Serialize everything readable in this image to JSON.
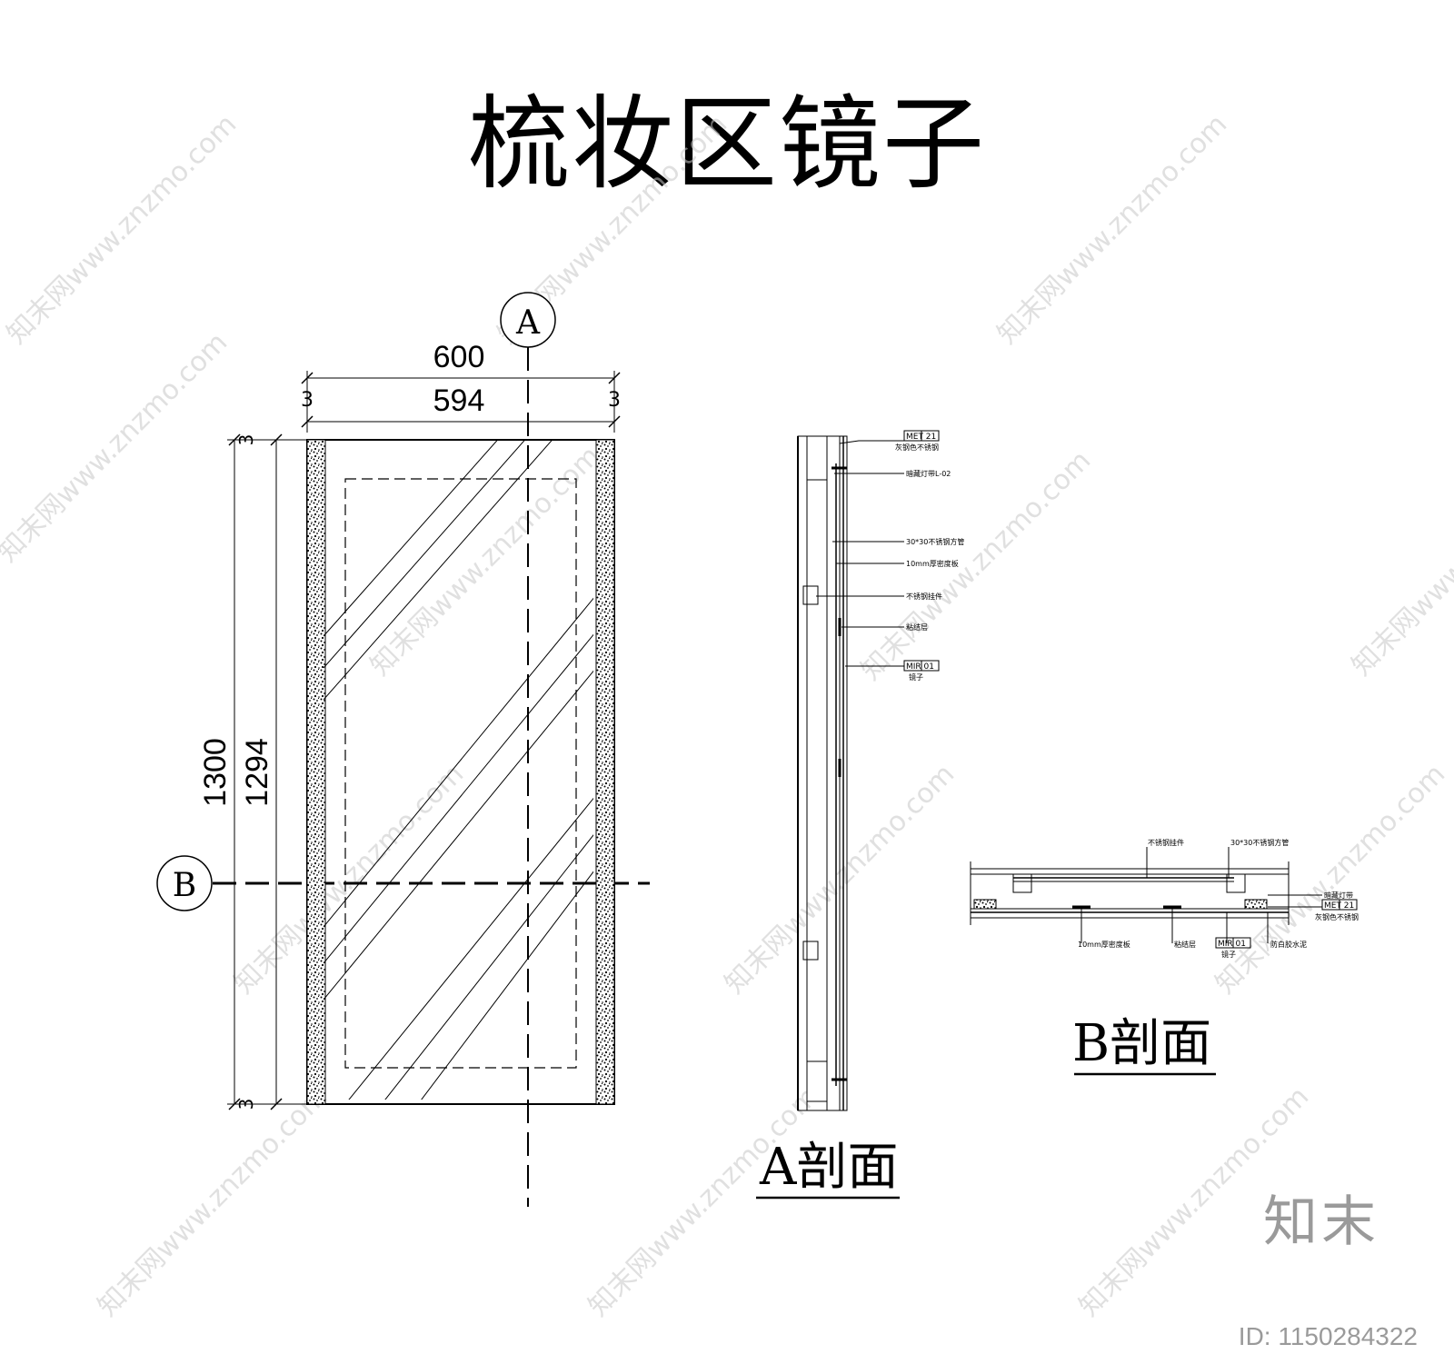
{
  "title": "梳妆区镜子",
  "elevation": {
    "section_mark_a": "A",
    "section_mark_b": "B",
    "dim_outer_width": "600",
    "dim_inner_width": "594",
    "dim_outer_height": "1300",
    "dim_inner_height": "1294",
    "dim_edge": "3"
  },
  "section_a": {
    "label": "A剖面",
    "callouts": [
      {
        "code": "MET 21",
        "text": "灰钢色不锈钢"
      },
      {
        "code": "",
        "text": "暗藏灯带L-02"
      },
      {
        "code": "",
        "text": "30*30不锈钢方管"
      },
      {
        "code": "",
        "text": "10mm厚密度板"
      },
      {
        "code": "",
        "text": "不锈钢挂件"
      },
      {
        "code": "",
        "text": "粘结层"
      },
      {
        "code": "MIR 01",
        "text": "镜子"
      }
    ]
  },
  "section_b": {
    "label": "B剖面",
    "callouts_top": [
      {
        "code": "",
        "text": "不锈钢挂件"
      },
      {
        "code": "",
        "text": "30*30不锈钢方管"
      }
    ],
    "callouts_right": [
      {
        "code": "",
        "text": "暗藏灯带"
      },
      {
        "code": "MET 21",
        "text": "灰钢色不锈钢"
      }
    ],
    "callouts_bottom": [
      {
        "code": "",
        "text": "10mm厚密度板"
      },
      {
        "code": "",
        "text": "粘结层"
      },
      {
        "code": "MIR 01",
        "text": "镜子"
      },
      {
        "code": "",
        "text": "防白胶水泥"
      }
    ]
  },
  "watermark": {
    "brand": "知末",
    "id": "ID: 1150284322",
    "tile": "知末网www.znzmo.com"
  }
}
